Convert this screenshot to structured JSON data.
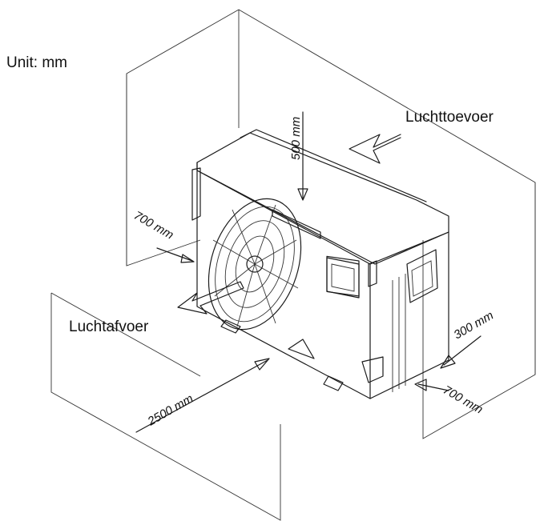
{
  "unit_label": "Unit: mm",
  "labels": {
    "air_in": "Luchttoevoer",
    "air_out": "Luchtafvoer"
  },
  "dimensions": {
    "top": "500 mm",
    "left": "700 mm",
    "right_side": "300 mm",
    "right_bottom": "700 mm",
    "front": "2500 mm"
  }
}
